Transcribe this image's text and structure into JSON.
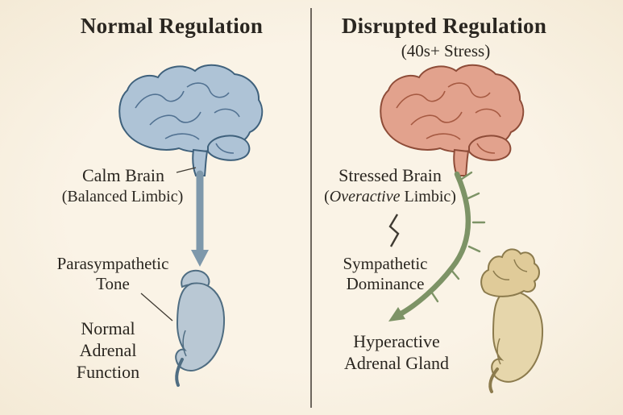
{
  "colors": {
    "background": "#f8f1e2",
    "text": "#2a2620",
    "divider": "#4a443c",
    "pointer": "#3f3a32",
    "brain_normal_fill": "#aec3d6",
    "brain_normal_stroke": "#3f617c",
    "brain_normal_detail": "#527292",
    "arrow_normal": "#7e98ab",
    "kidney_normal_fill": "#b9c8d4",
    "kidney_normal_stroke": "#4f6d82",
    "brain_stress_fill": "#e2a28d",
    "brain_stress_stroke": "#8e4c38",
    "brain_stress_detail": "#a65a42",
    "arrow_stress": "#7d9366",
    "kidney_stress_fill": "#e6d6ab",
    "kidney_stress_stroke": "#8c7b4d",
    "adrenal_stress_fill": "#e0cb99"
  },
  "left_panel": {
    "title": "Normal Regulation",
    "brain_label": "Calm Brain",
    "brain_sublabel": "(Balanced Limbic)",
    "pathway_line1": "Parasympathetic",
    "pathway_line2": "Tone",
    "organ_line1": "Normal",
    "organ_line2": "Adrenal",
    "organ_line3": "Function"
  },
  "right_panel": {
    "title": "Disrupted Regulation",
    "subtitle": "(40s+ Stress)",
    "brain_label": "Stressed Brain",
    "brain_sublabel_prefix": "(",
    "brain_sublabel_italic": "Overactive",
    "brain_sublabel_suffix": " Limbic)",
    "pathway_line1": "Sympathetic",
    "pathway_line2": "Dominance",
    "organ_line1": "Hyperactive",
    "organ_line2": "Adrenal Gland"
  }
}
